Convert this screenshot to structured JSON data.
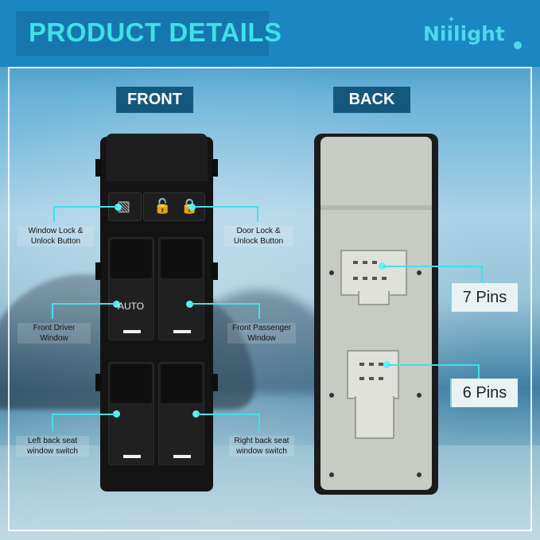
{
  "header": {
    "title": "PRODUCT DETAILS",
    "brand": "Niilight"
  },
  "tags": {
    "front": "FRONT",
    "back": "BACK"
  },
  "front_labels": {
    "window_lock": [
      "Window Lock &",
      "Unlock Button"
    ],
    "door_lock": [
      "Door Lock &",
      "Unlock Button"
    ],
    "front_driver": [
      "Front Driver",
      "Window"
    ],
    "front_passenger": [
      "Front Passenger",
      "Window"
    ],
    "left_back": [
      "Left back seat",
      "window switch"
    ],
    "right_back": [
      "Right back seat",
      "window switch"
    ]
  },
  "switch": {
    "auto_label": "AUTO"
  },
  "back_labels": {
    "pins_7": "7 Pins",
    "pins_6": "6 Pins"
  },
  "colors": {
    "accent": "#3fe0e6",
    "tag_bg": "#14597d",
    "header_bg": "#1a86c2"
  }
}
